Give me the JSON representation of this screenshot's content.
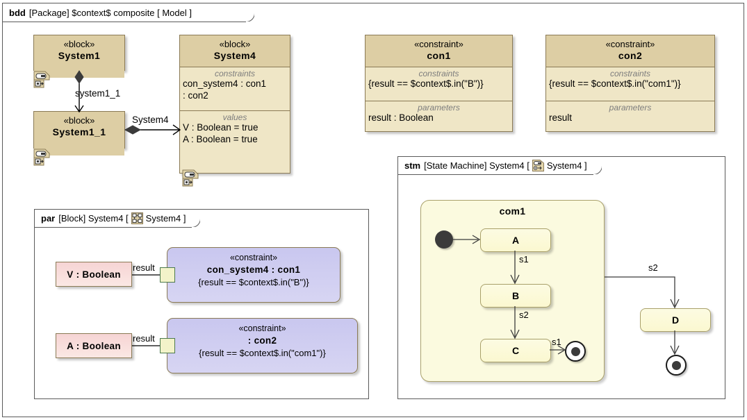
{
  "diagram": {
    "frame": {
      "kind": "bdd",
      "rest": "[Package] $context$ composite [ Model ]"
    }
  },
  "blocks": [
    {
      "id": "system1",
      "stereotype": "«block»",
      "name": "System1",
      "icon": "block-icon",
      "sections": []
    },
    {
      "id": "system4",
      "stereotype": "«block»",
      "name": "System4",
      "icon": "block-icon",
      "sections": [
        {
          "title": "constraints",
          "lines": [
            "con_system4 : con1",
            ": con2"
          ]
        },
        {
          "title": "values",
          "lines": [
            "V : Boolean = true",
            "A : Boolean = true"
          ]
        }
      ]
    },
    {
      "id": "system1_1",
      "stereotype": "«block»",
      "name": "System1_1",
      "icon": "block-icon",
      "sections": []
    },
    {
      "id": "con1",
      "stereotype": "«constraint»",
      "name": "con1",
      "sections": [
        {
          "title": "constraints",
          "lines": [
            "{result == $context$.in(\"B\")}"
          ]
        },
        {
          "title": "parameters",
          "lines": [
            "result : Boolean"
          ]
        }
      ]
    },
    {
      "id": "con2",
      "stereotype": "«constraint»",
      "name": "con2",
      "sections": [
        {
          "title": "constraints",
          "lines": [
            "{result == $context$.in(\"com1\")}"
          ]
        },
        {
          "title": "parameters",
          "lines": [
            "result"
          ]
        }
      ]
    }
  ],
  "bdd_edges": [
    {
      "id": "composition",
      "label": "system1_1",
      "from": "System1",
      "to": "System1_1"
    },
    {
      "id": "association",
      "label": "System4",
      "from": "System1_1",
      "to": "System4"
    }
  ],
  "par_frame": {
    "kind": "par",
    "rest_before": "[Block] System4 [",
    "icon": "block-definition-icon",
    "rest_after": "System4 ]",
    "value_properties": [
      {
        "id": "v-boolean",
        "label": "V : Boolean",
        "port_label": "result"
      },
      {
        "id": "a-boolean",
        "label": "A : Boolean",
        "port_label": "result"
      }
    ],
    "constraint_properties": [
      {
        "id": "con-system4",
        "stereotype": "«constraint»",
        "name": "con_system4 : con1",
        "expression": "{result == $context$.in(\"B\")}"
      },
      {
        "id": "con2-prop",
        "stereotype": "«constraint»",
        "name": ": con2",
        "expression": "{result == $context$.in(\"com1\")}"
      }
    ]
  },
  "stm_frame": {
    "kind": "stm",
    "rest_before": "[State Machine] System4 [",
    "icon": "state-machine-icon",
    "rest_after": "System4 ]",
    "region": {
      "name": "com1"
    },
    "states": [
      {
        "id": "A",
        "label": "A"
      },
      {
        "id": "B",
        "label": "B"
      },
      {
        "id": "C",
        "label": "C"
      },
      {
        "id": "D",
        "label": "D"
      }
    ],
    "pseudostates": [
      {
        "id": "initial",
        "type": "initial"
      },
      {
        "id": "final-inner",
        "type": "final"
      },
      {
        "id": "final-outer",
        "type": "final"
      }
    ],
    "transitions": [
      {
        "id": "t-init-a",
        "label": "",
        "from": "initial",
        "to": "A"
      },
      {
        "id": "t-a-b",
        "label": "s1",
        "from": "A",
        "to": "B"
      },
      {
        "id": "t-b-c",
        "label": "s2",
        "from": "B",
        "to": "C"
      },
      {
        "id": "t-c-final",
        "label": "s1",
        "from": "C",
        "to": "final-inner"
      },
      {
        "id": "t-com1-d",
        "label": "s2",
        "from": "com1",
        "to": "D"
      },
      {
        "id": "t-d-final",
        "label": "",
        "from": "D",
        "to": "final-outer"
      }
    ]
  },
  "colors": {
    "block_fill": "#efe6c6",
    "block_header": "#ddcea4",
    "block_border": "#8a7a55",
    "constraint_fill": "#d0cef0",
    "value_fill": "#f8dcd8",
    "state_fill": "#fbf8d0",
    "region_fill": "#fbfadf",
    "frame_border": "#5a5a5a"
  }
}
